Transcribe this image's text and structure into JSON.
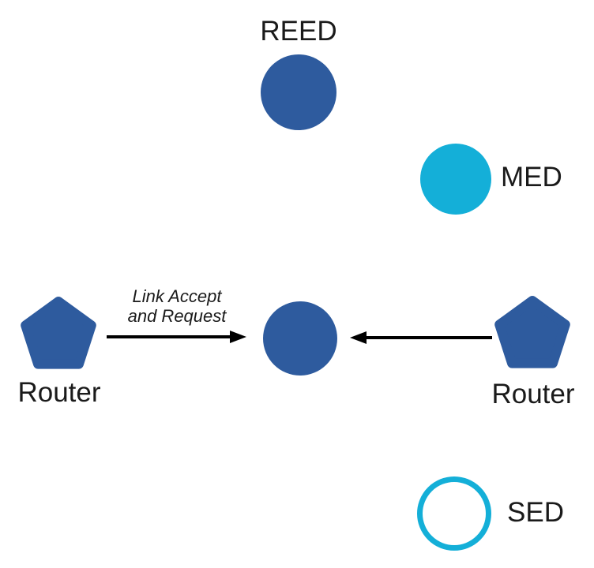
{
  "diagram": {
    "type": "network-topology",
    "background": "#FFFFFF",
    "colors": {
      "node_blue": "#2E5B9E",
      "node_cyan": "#14AFD8",
      "sed_fill": "#FFFFFF",
      "arrow": "#000000",
      "text": "#1A1A1A"
    },
    "nodes": {
      "reed": {
        "label": "REED",
        "shape": "circle",
        "style": "solid-blue"
      },
      "med": {
        "label": "MED",
        "shape": "circle",
        "style": "solid-cyan"
      },
      "center": {
        "shape": "circle",
        "style": "solid-blue"
      },
      "sed": {
        "label": "SED",
        "shape": "circle",
        "style": "outline-cyan"
      },
      "router_left": {
        "label": "Router",
        "shape": "pentagon",
        "style": "solid-blue"
      },
      "router_right": {
        "label": "Router",
        "shape": "pentagon",
        "style": "solid-blue"
      }
    },
    "edges": {
      "left_to_center": {
        "from": "router_left",
        "to": "center",
        "direction": "right",
        "label_line1": "Link Accept",
        "label_line2": "and Request"
      },
      "right_to_center": {
        "from": "router_right",
        "to": "center",
        "direction": "left"
      }
    }
  }
}
